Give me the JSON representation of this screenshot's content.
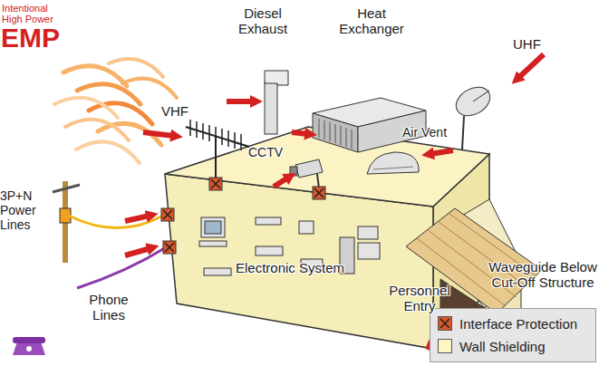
{
  "diagram": {
    "labels": [
      "Intentional High Power",
      "EMP",
      "Diesel Exhaust",
      "Heat Exchanger",
      "VHF",
      "UHF",
      "CCTV",
      "Air Vent",
      "3P+N Power Lines",
      "Electronic System",
      "Phone Lines",
      "Personnel Entry",
      "Waveguide Below Cut-Off Structure"
    ],
    "legend": [
      {
        "text": "Interface Protection",
        "color": "#d9572b"
      },
      {
        "text": "Wall Shielding",
        "color": "#fdf6c3"
      }
    ]
  }
}
